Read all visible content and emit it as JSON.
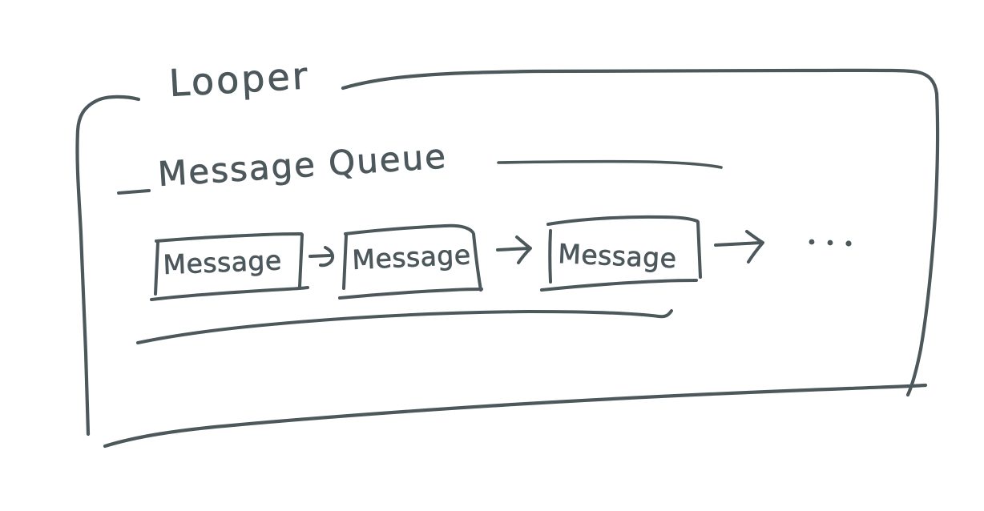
{
  "diagram": {
    "title": "Looper",
    "style": "hand-drawn-sketch",
    "stroke_color": "#4c585c",
    "background_color": "#ffffff",
    "outer_container": {
      "label": "Looper",
      "name": "looper-container"
    },
    "inner_container": {
      "label": "Message Queue",
      "name": "message-queue-container"
    },
    "queue": {
      "items": [
        {
          "label": "Message"
        },
        {
          "label": "Message"
        },
        {
          "label": "Message"
        }
      ],
      "connectors": [
        {
          "glyph": "arrow-right"
        },
        {
          "glyph": "arrow-right"
        },
        {
          "glyph": "arrow-right"
        }
      ],
      "continuation": "..."
    }
  }
}
